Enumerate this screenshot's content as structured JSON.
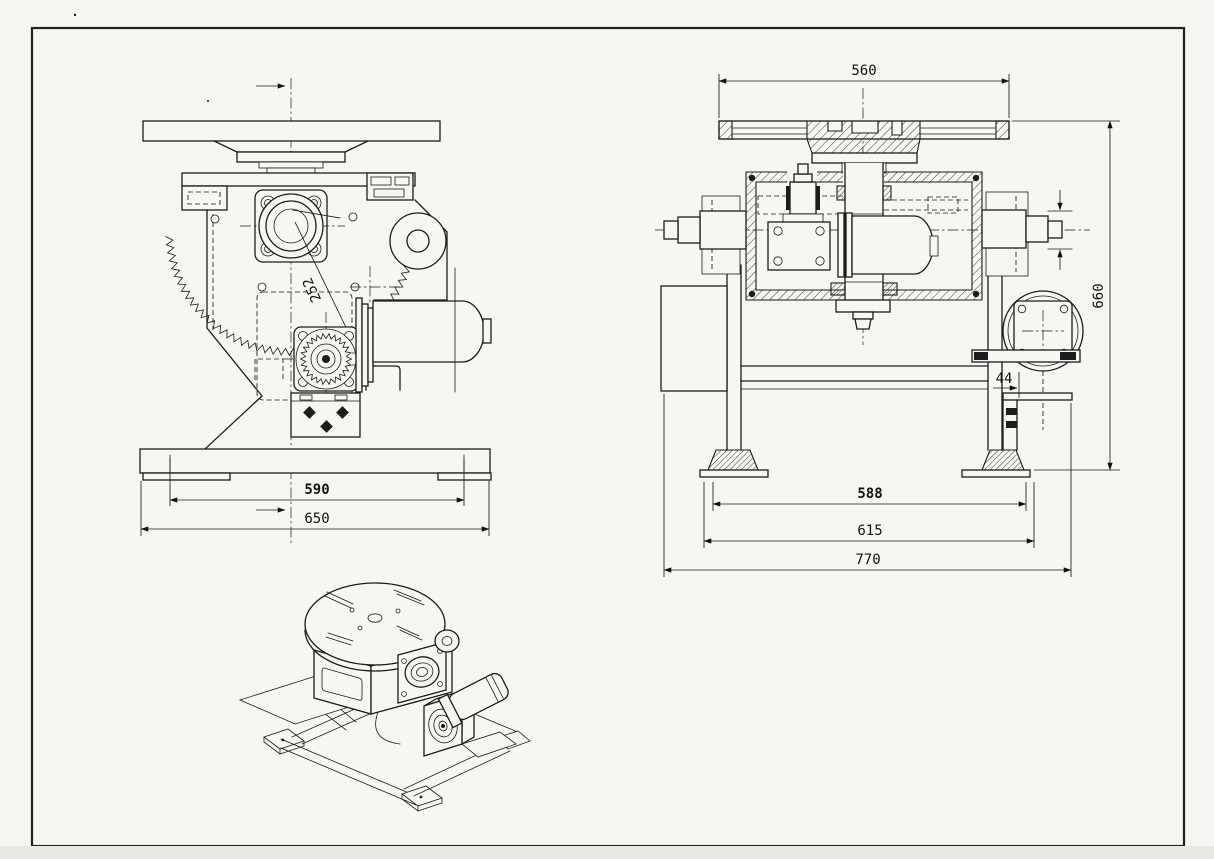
{
  "page": {
    "paper_color": "#f7f6f3",
    "ink_color": "#1c1c1c"
  },
  "dimensions": {
    "side": {
      "table_width": "560",
      "overall_height": "660",
      "foot_span": "588",
      "frame_width": "615",
      "overall_width": "770",
      "motor_offset": "44"
    },
    "front": {
      "slot_span": "590",
      "base_width": "650",
      "gear_pitch_diameter": "252"
    }
  }
}
